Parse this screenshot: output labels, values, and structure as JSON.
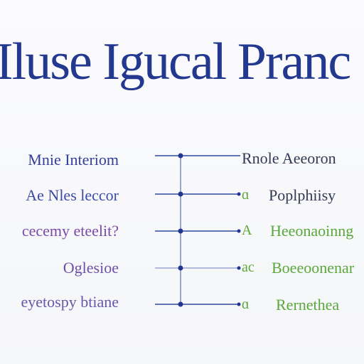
{
  "title": "Iluse Igucal Pranc",
  "left_labels": [
    {
      "text": "Mnie Interiom",
      "color": "#32409c"
    },
    {
      "text": "Ae Nles leccor",
      "color": "#3a4aa5"
    },
    {
      "text": "cecemy eteelit?",
      "color": "#7b4aa8"
    },
    {
      "text": "Oglesioe",
      "color": "#6e4fa6"
    },
    {
      "text": "eyetospy btiane",
      "color": "#6a56a8"
    }
  ],
  "right_labels": [
    {
      "text": "Rnole Aeeoron",
      "color": "#333a55"
    },
    {
      "text": "Poplphiisy",
      "color": "#333a55"
    },
    {
      "text": "Heeonaoinng",
      "color": "#5aa83c"
    },
    {
      "text": "Boeeoonenar",
      "color": "#5aa83c"
    },
    {
      "text": "Rernethea",
      "color": "#5aa83c"
    }
  ],
  "markers": [
    {
      "text": "",
      "color": "#333a55"
    },
    {
      "text": "ɑ",
      "color": "#5aa83c"
    },
    {
      "text": "A",
      "color": "#5aa83c"
    },
    {
      "text": "ac",
      "color": "#5aa83c"
    },
    {
      "text": "ɑ",
      "color": "#5aa83c"
    }
  ],
  "colors": {
    "line": "#2f4aa0",
    "line_light": "#9aa6d2",
    "node": "#1f3790"
  }
}
